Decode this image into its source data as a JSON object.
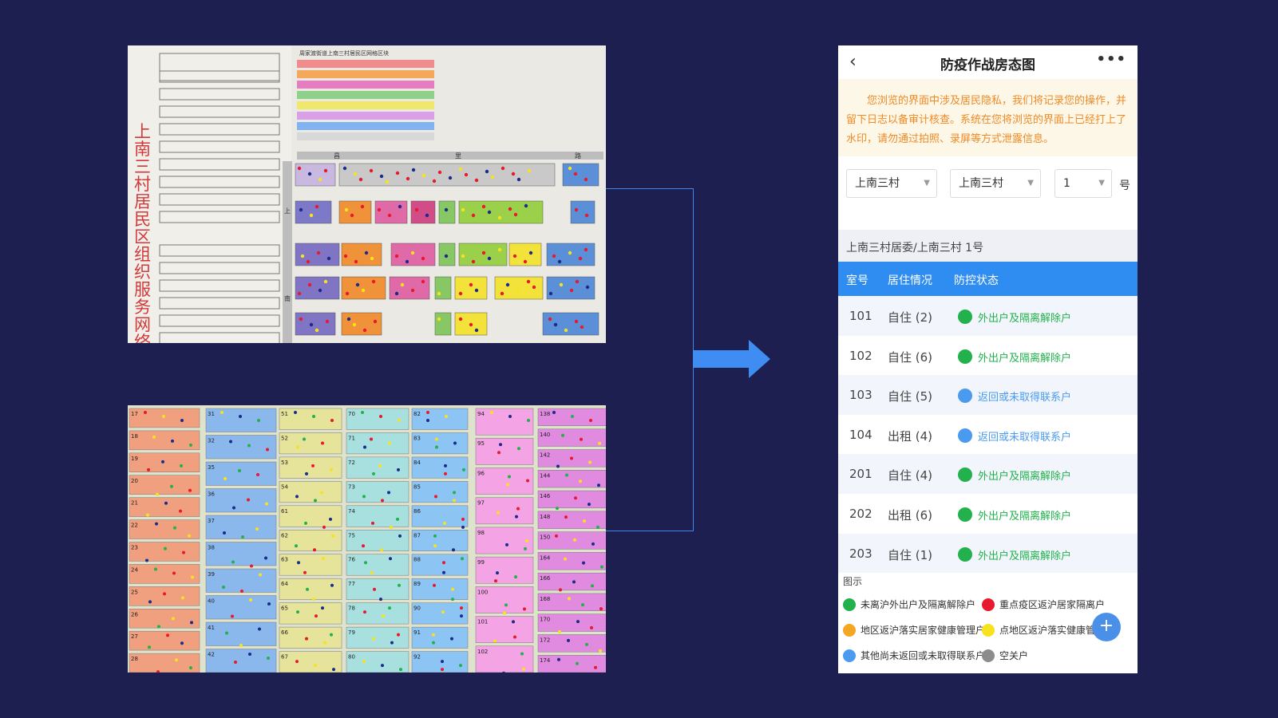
{
  "colors": {
    "page_bg": "#1c1f4f",
    "accent_blue": "#2f8cf0",
    "notice_text": "#f08a24",
    "green": "#22b14c",
    "blue": "#4a9bf0",
    "red": "#e8192c",
    "orange": "#f5a623",
    "yellow": "#f8e21d",
    "gray": "#8c8c8c"
  },
  "photo_top": {
    "vertical_title": "上南三村居民区组织服务网络图",
    "board_title": "周家渡街道上南三村居民区网格区块",
    "road_labels": [
      "昌",
      "里",
      "路"
    ],
    "side_road": [
      "上",
      "南"
    ]
  },
  "photo_bottom": {
    "column_numbers": [
      [
        "17",
        "18",
        "19",
        "20",
        "21",
        "22",
        "23",
        "24",
        "25",
        "26",
        "27",
        "28"
      ],
      [
        "31",
        "32",
        "35",
        "36",
        "37",
        "38",
        "39",
        "40",
        "41",
        "42"
      ],
      [
        "51",
        "52",
        "53",
        "54",
        "61",
        "62",
        "63",
        "64",
        "65",
        "66",
        "67"
      ],
      [
        "70",
        "71",
        "72",
        "73",
        "74",
        "75",
        "76",
        "77",
        "78",
        "79",
        "80"
      ],
      [
        "82",
        "83",
        "84",
        "85",
        "86",
        "87",
        "88",
        "89",
        "90",
        "91",
        "92"
      ],
      [
        "94",
        "95",
        "96",
        "97",
        "98",
        "99",
        "100",
        "101",
        "102"
      ],
      [
        "138",
        "140",
        "142",
        "144",
        "146",
        "148",
        "150",
        "164",
        "166",
        "168",
        "170",
        "172",
        "174"
      ]
    ]
  },
  "phone": {
    "nav": {
      "back_icon": "chevron-left",
      "title": "防疫作战房态图",
      "more_icon": "more-horizontal"
    },
    "notice": "您浏览的界面中涉及居民隐私，我们将记录您的操作，并留下日志以备审计核查。系统在您将浏览的界面上已经打上了水印，请勿通过拍照、录屏等方式泄露信息。",
    "selects": {
      "community": "上南三村",
      "village": "上南三村",
      "building": "1",
      "building_suffix": "号"
    },
    "breadcrumb": "上南三村居委/上南三村 1号",
    "table": {
      "headers": [
        "室号",
        "居住情况",
        "防控状态"
      ],
      "rows": [
        {
          "room": "101",
          "residence": "自住 (2)",
          "status": "外出户及隔离解除户",
          "color": "#22b14c"
        },
        {
          "room": "102",
          "residence": "自住 (6)",
          "status": "外出户及隔离解除户",
          "color": "#22b14c"
        },
        {
          "room": "103",
          "residence": "自住 (5)",
          "status": "返回或未取得联系户",
          "color": "#4a9bf0"
        },
        {
          "room": "104",
          "residence": "出租 (4)",
          "status": "返回或未取得联系户",
          "color": "#4a9bf0"
        },
        {
          "room": "201",
          "residence": "自住 (4)",
          "status": "外出户及隔离解除户",
          "color": "#22b14c"
        },
        {
          "room": "202",
          "residence": "出租 (6)",
          "status": "外出户及隔离解除户",
          "color": "#22b14c"
        },
        {
          "room": "203",
          "residence": "自住 (1)",
          "status": "外出户及隔离解除户",
          "color": "#22b14c"
        }
      ]
    },
    "legend": {
      "title": "图示",
      "items": [
        {
          "label": "未离沪外出户及隔离解除户",
          "color": "#22b14c"
        },
        {
          "label": "重点疫区返沪居家隔离户",
          "color": "#e8192c"
        },
        {
          "label": "地区返沪落实居家健康管理户",
          "color": "#f5a623"
        },
        {
          "label": "点地区返沪落实健康管",
          "color": "#f8e21d"
        },
        {
          "label": "其他尚未返回或未取得联系户",
          "color": "#4a9bf0"
        },
        {
          "label": "空关户",
          "color": "#8c8c8c"
        }
      ]
    },
    "fab_icon": "plus"
  }
}
